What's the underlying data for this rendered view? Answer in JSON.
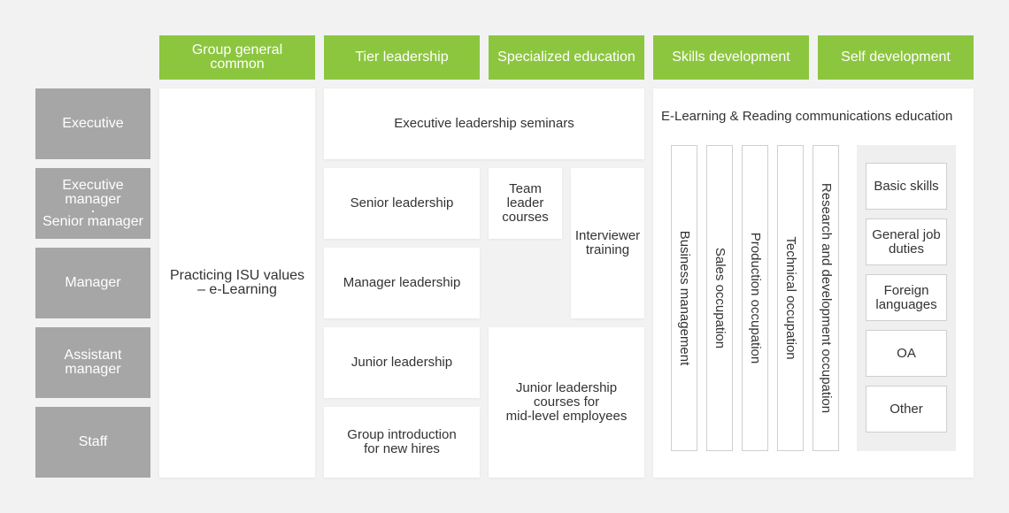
{
  "headers": {
    "group_common": "Group general\ncommon",
    "tier_leadership": "Tier leadership",
    "specialized_education": "Specialized education",
    "skills_development": "Skills development",
    "self_development": "Self development"
  },
  "rows": {
    "executive": "Executive",
    "executive_manager": "Executive\nmanager",
    "senior_manager": "Senior manager",
    "manager": "Manager",
    "assistant_manager": "Assistant\nmanager",
    "staff": "Staff"
  },
  "cells": {
    "practicing_isu": "Practicing ISU values\n– e-Learning",
    "executive_seminars": "Executive leadership seminars",
    "senior_leadership": "Senior leadership",
    "team_leader_courses": "Team\nleader\ncourses",
    "interviewer_training": "Interviewer\ntraining",
    "manager_leadership": "Manager leadership",
    "junior_leadership": "Junior leadership",
    "junior_mid_level": "Junior leadership\ncourses for\nmid-level employees",
    "group_intro": "Group introduction\nfor new hires"
  },
  "skills": {
    "title": "E-Learning & Reading communications education",
    "occupations": [
      "Business management",
      "Sales occupation",
      "Production occupation",
      "Technical occupation",
      "Research and development occupation"
    ]
  },
  "self_dev": {
    "items": [
      "Basic skills",
      "General job\nduties",
      "Foreign\nlanguages",
      "OA",
      "Other"
    ]
  },
  "colors": {
    "header_green": "#8cc63f",
    "row_gray": "#a6a6a6",
    "background": "#f2f2f2"
  }
}
